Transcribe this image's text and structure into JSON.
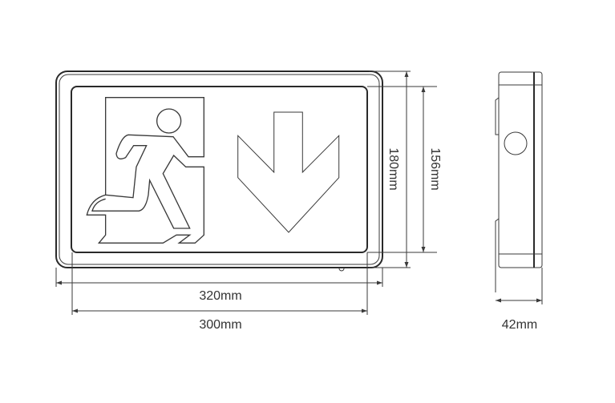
{
  "title": "Exit sign dimension drawing",
  "front_view": {
    "width_outer_label": "320mm",
    "width_inner_label": "300mm",
    "height_outer_label": "180mm",
    "height_inner_label": "156mm",
    "sign_symbols": [
      "running-man-exit-icon",
      "arrow-down-icon"
    ]
  },
  "side_view": {
    "depth_label": "42mm"
  },
  "colors": {
    "line": "#3a3a3a",
    "background": "#ffffff"
  }
}
